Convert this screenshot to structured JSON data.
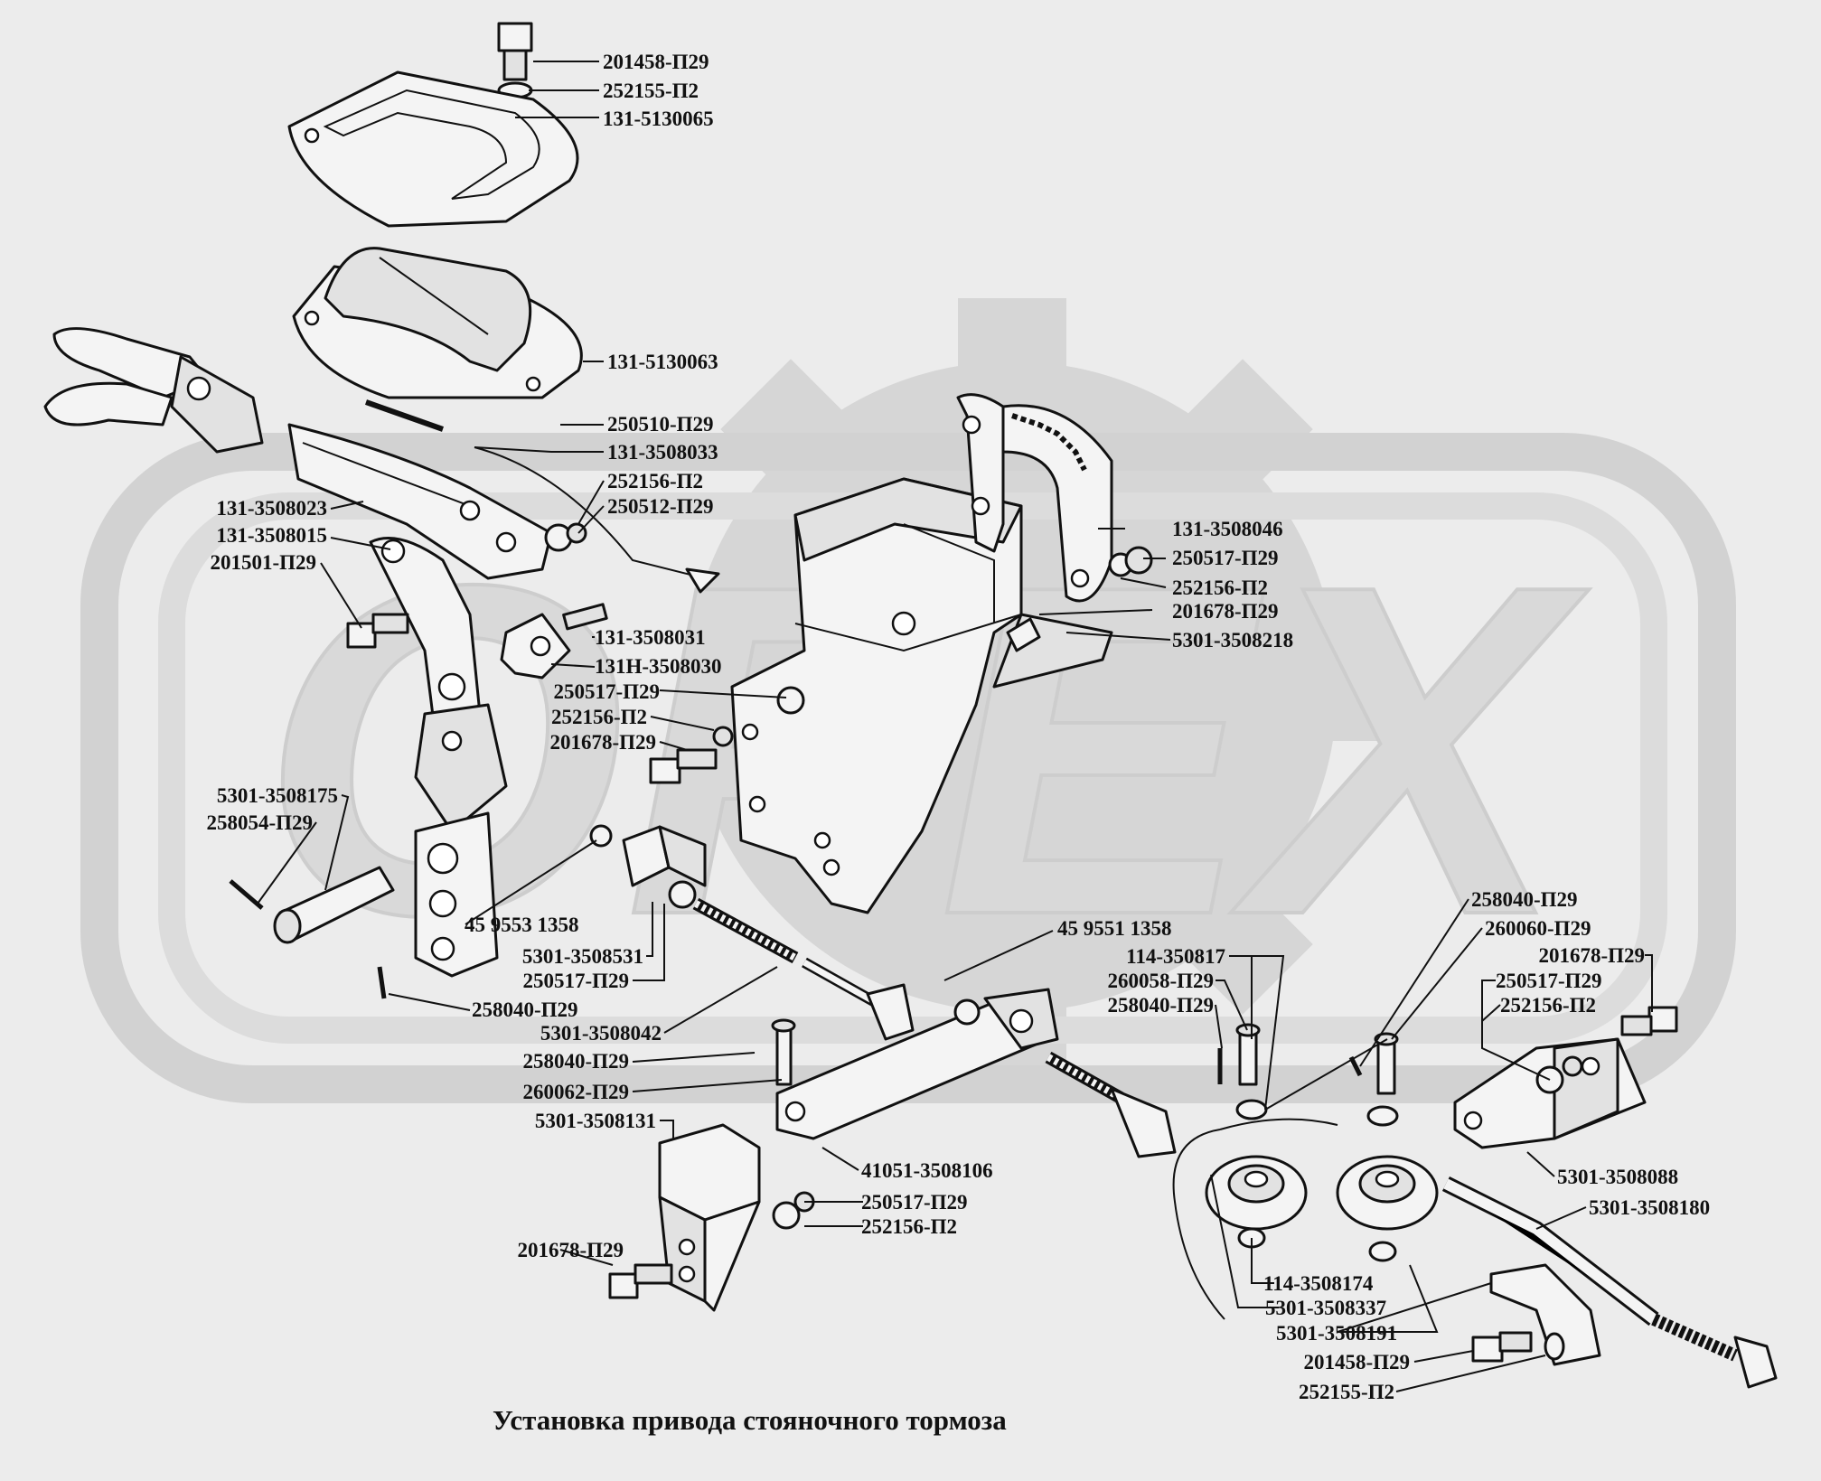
{
  "title": "Установка привода стояночного тормоза",
  "watermark": {
    "text": "OPEX"
  },
  "colors": {
    "background": "#ececec",
    "ink": "#111111",
    "watermark": "#d6d6d6"
  },
  "labels": [
    "201458-П29",
    "252155-П2",
    "131-5130065",
    "131-5130063",
    "250510-П29",
    "131-3508033",
    "252156-П2",
    "250512-П29",
    "131-3508023",
    "131-3508015",
    "201501-П29",
    "131-3508031",
    "131Н-3508030",
    "250517-П29",
    "252156-П2",
    "201678-П29",
    "5301-3508175",
    "258054-П29",
    "45 9553 1358",
    "5301-3508531",
    "250517-П29",
    "258040-П29",
    "5301-3508042",
    "258040-П29",
    "260062-П29",
    "5301-3508131",
    "201678-П29",
    "131-3508046",
    "250517-П29",
    "252156-П2",
    "201678-П29",
    "5301-3508218",
    "45 9551 1358",
    "114-350817",
    "260058-П29",
    "258040-П29",
    "41051-3508106",
    "250517-П29",
    "252156-П2",
    "258040-П29",
    "260060-П29",
    "201678-П29",
    "250517-П29",
    "252156-П2",
    "5301-3508088",
    "5301-3508180",
    "114-3508174",
    "5301-3508337",
    "5301-3508191",
    "201458-П29",
    "252155-П2"
  ]
}
